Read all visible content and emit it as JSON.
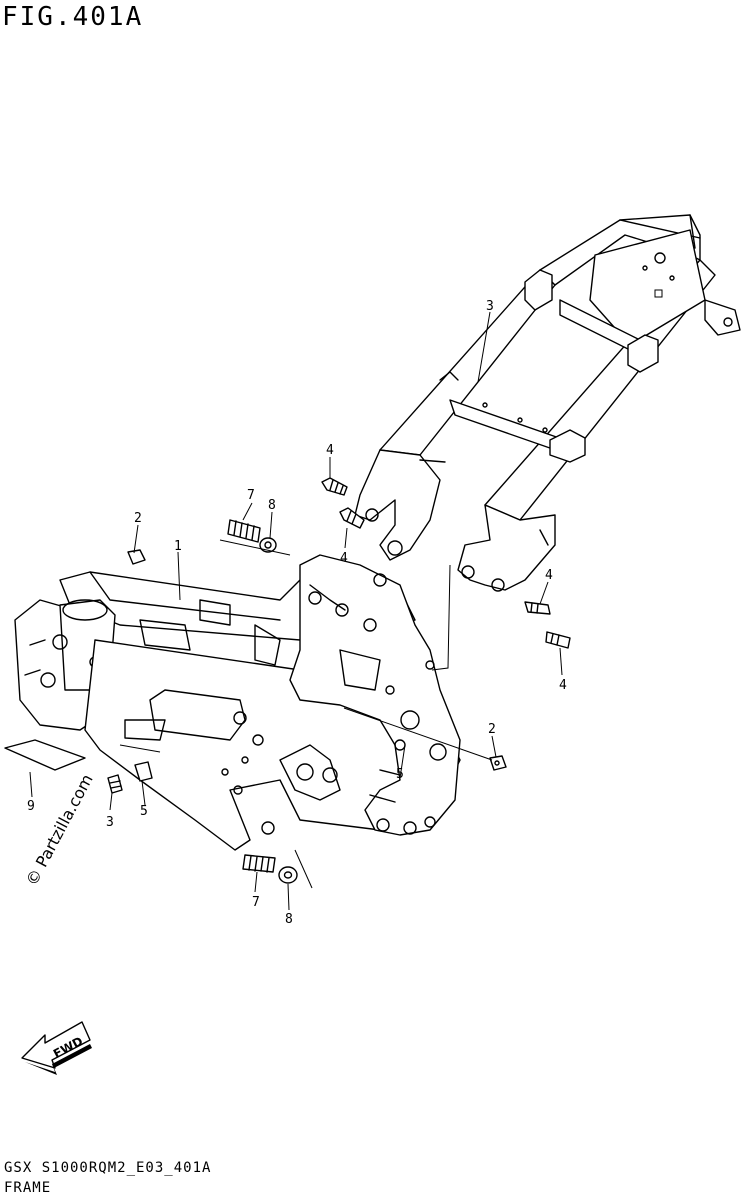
{
  "header": {
    "figure_title": "FIG.401A"
  },
  "footer": {
    "code": "GSX S1000RQM2_E03_401A",
    "name": "FRAME"
  },
  "watermark": "© Partzilla.com",
  "fwd_arrow": {
    "label": "FWD"
  },
  "callouts": {
    "c1": "1",
    "c2a": "2",
    "c2b": "2",
    "c3a": "3",
    "c3b": "3",
    "c4a": "4",
    "c4b": "4",
    "c4c": "4",
    "c4d": "4",
    "c5a": "5",
    "c5b": "5",
    "c7a": "7",
    "c7b": "7",
    "c8a": "8",
    "c8b": "8",
    "c9": "9"
  }
}
